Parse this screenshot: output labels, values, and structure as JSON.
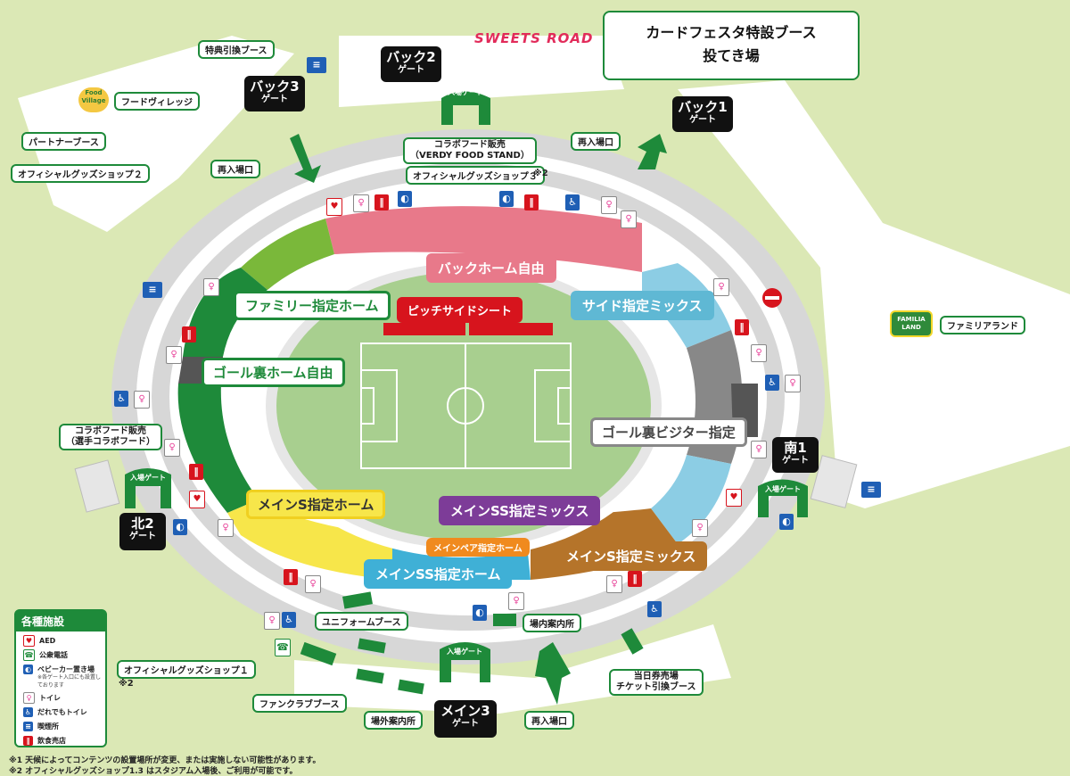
{
  "card_booth": {
    "line1": "カードフェスタ特設ブース",
    "line2": "投てき場"
  },
  "sweets_road": "SWEETS ROAD",
  "gates": [
    {
      "id": "back2",
      "name": "バック2",
      "sub": "ゲート"
    },
    {
      "id": "back3",
      "name": "バック3",
      "sub": "ゲート"
    },
    {
      "id": "back1",
      "name": "バック1",
      "sub": "ゲート"
    },
    {
      "id": "south1",
      "name": "南1",
      "sub": "ゲート"
    },
    {
      "id": "north2",
      "name": "北2",
      "sub": "ゲート"
    },
    {
      "id": "main3",
      "name": "メイン3",
      "sub": "ゲート"
    }
  ],
  "entry_gate_label": "入場ゲート",
  "facilities": {
    "tokuten": "特典引換ブース",
    "food_village": "フードヴィレッジ",
    "partner": "パートナーブース",
    "official2": "オフィシャルグッズショップ２",
    "reentry_back3": "再入場口",
    "reentry_back1": "再入場口",
    "reentry_main": "再入場口",
    "collab_verdy": "コラボフード販売\n（VERDY FOOD STAND）",
    "official3": "オフィシャルグッズショップ３",
    "official3_note": "※2",
    "collab_player": "コラボフード販売\n（選手コラボフード）",
    "familyland": "ファミリアランド",
    "uniform": "ユニフォームブース",
    "info_inside": "場内案内所",
    "official1": "オフィシャルグッズショップ１",
    "official1_note": "※2",
    "fanclub": "ファンクラブブース",
    "info_outside": "場外案内所",
    "same_day": "当日券売場\nチケット引換ブース"
  },
  "seats": {
    "back_home": "バックホーム自由",
    "family_home": "ファミリー指定ホーム",
    "pitchside": "ピッチサイドシート",
    "side_mix": "サイド指定ミックス",
    "goal_home": "ゴール裏ホーム自由",
    "goal_visitor": "ゴール裏ビジター指定",
    "main_s_home": "メインS指定ホーム",
    "main_ss_mix": "メインSS指定ミックス",
    "main_pair_home": "メインペア指定ホーム",
    "main_s_mix": "メインS指定ミックス",
    "main_ss_home": "メインSS指定ホーム"
  },
  "legend": {
    "title": "各種施設",
    "items": [
      {
        "label": "AED",
        "icon": "aed-icon",
        "color": "#d7141d"
      },
      {
        "label": "公衆電話",
        "icon": "phone-icon",
        "color": "#1e8a3a"
      },
      {
        "label": "ベビーカー置き場",
        "icon": "stroller-icon",
        "color": "#1f5fb5",
        "note": "※各ゲート入口にも設置しております"
      },
      {
        "label": "トイレ",
        "icon": "toilet-icon",
        "color": "#e8449a"
      },
      {
        "label": "だれでもトイレ",
        "icon": "accessible-toilet-icon",
        "color": "#1f5fb5"
      },
      {
        "label": "喫煙所",
        "icon": "smoking-icon",
        "color": "#1f5fb5"
      },
      {
        "label": "飲食売店",
        "icon": "food-icon",
        "color": "#d7141d"
      }
    ]
  },
  "footnotes": [
    "※1 天候によってコンテンツの設置場所が変更、または実施しない可能性があります。",
    "※2 オフィシャルグッズショップ1.3 はスタジアム入場後、ご利用が可能です。"
  ],
  "colors": {
    "brand_green": "#1e8a3a",
    "back_home": "#e8798a",
    "goal_home": "#1e8a3a",
    "visitor": "#888888",
    "side_mix": "#8ccde4",
    "main_s_home": "#f7e64a",
    "main_ss_mix": "#7d3c98",
    "main_s_mix": "#b5742a",
    "main_ss_home": "#3fb0d6",
    "pitchside": "#d7141d",
    "grass": "#dbe8b5"
  }
}
